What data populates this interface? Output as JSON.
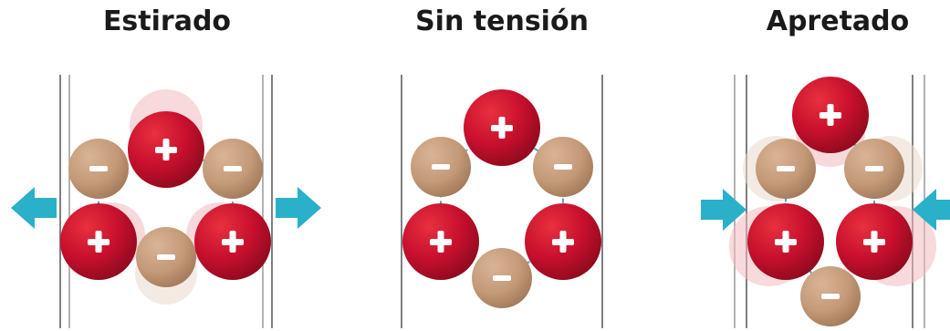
{
  "panels": [
    {
      "title": "Estirado",
      "arrows": "outward"
    },
    {
      "title": "Sin tensión",
      "arrows": "none"
    },
    {
      "title": "Apretado",
      "arrows": "inward"
    }
  ],
  "symbols": {
    "positive": "+",
    "negative": "-"
  },
  "colors": {
    "positive_ion": "#c8102e",
    "negative_ion": "#c49a78",
    "bond_line": "#4aa3b5",
    "arrow": "#2ab0c8",
    "plate_line": "#555555",
    "ghost_positive": "#f2b9bf",
    "ghost_negative": "#eadbcd"
  }
}
